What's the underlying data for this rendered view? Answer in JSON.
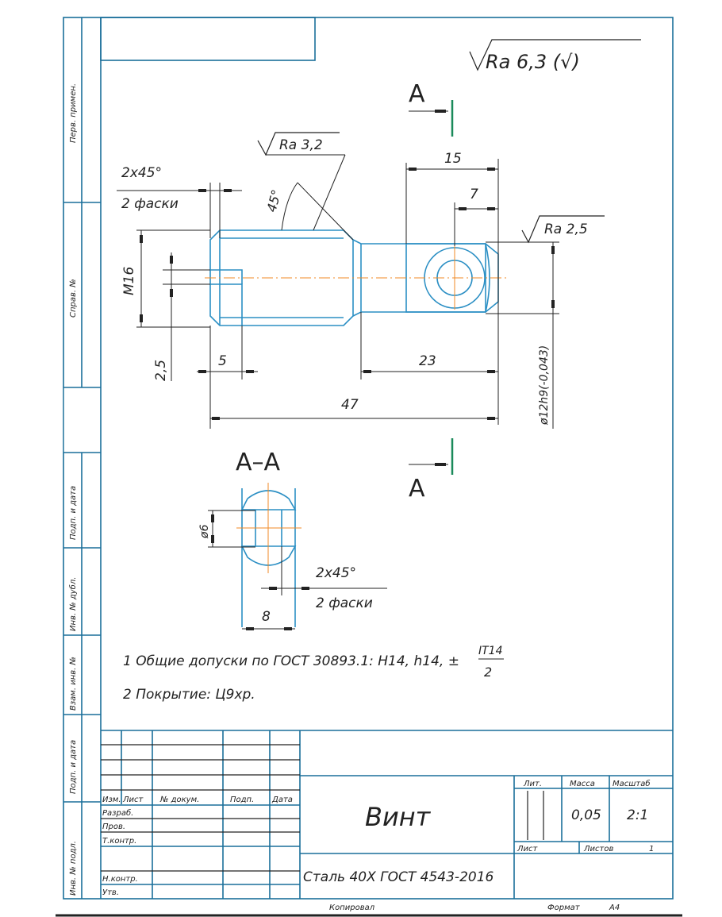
{
  "side_strip": [
    "Перв. примен.",
    "Справ. №",
    "Подп. и дата",
    "Инв. № дубл.",
    "Взам. инв. №",
    "Подп. и дата",
    "Инв. № подл."
  ],
  "roughness": {
    "general": "Ra 6,3 (√)",
    "thread": "Ra 3,2",
    "shaft": "Ra 2,5"
  },
  "main_view": {
    "section_marker": "A",
    "chamfer_size": "2x45°",
    "chamfer_note": "2 фаски",
    "angle": "45°",
    "thread": "M16",
    "slot": "2,5",
    "slot_depth": "5",
    "length_total": "47",
    "length_shaft": "23",
    "flat_length": "15",
    "hole_pos": "7",
    "shaft_dia": "ø12h9(-0,043)"
  },
  "section": {
    "title": "A–A",
    "hole_dia": "ø6",
    "width": "8",
    "chamfer_size": "2x45°",
    "chamfer_note": "2 фаски"
  },
  "notes": [
    "1 Общие допуски по ГОСТ 30893.1: H14, h14, ±",
    "2 Покрытие: Ц9хр."
  ],
  "tolerance_fraction": {
    "num": "IT14",
    "den": "2"
  },
  "title_block": {
    "headers": {
      "izm": "Изм.",
      "list": "Лист",
      "doc": "№ докум.",
      "sign": "Подп.",
      "date": "Дата"
    },
    "roles": [
      "Разраб.",
      "Пров.",
      "Т.контр.",
      "Н.контр.",
      "Утв."
    ],
    "name": "Винт",
    "material": "Сталь 40Х ГОСТ 4543-2016",
    "lit_label": "Лит.",
    "mass_label": "Масса",
    "scale_label": "Масштаб",
    "mass": "0,05",
    "scale": "2:1",
    "sheet_label": "Лист",
    "sheets_label": "Листов",
    "sheets": "1",
    "copied": "Копировал",
    "format_label": "Формат",
    "format": "A4"
  }
}
